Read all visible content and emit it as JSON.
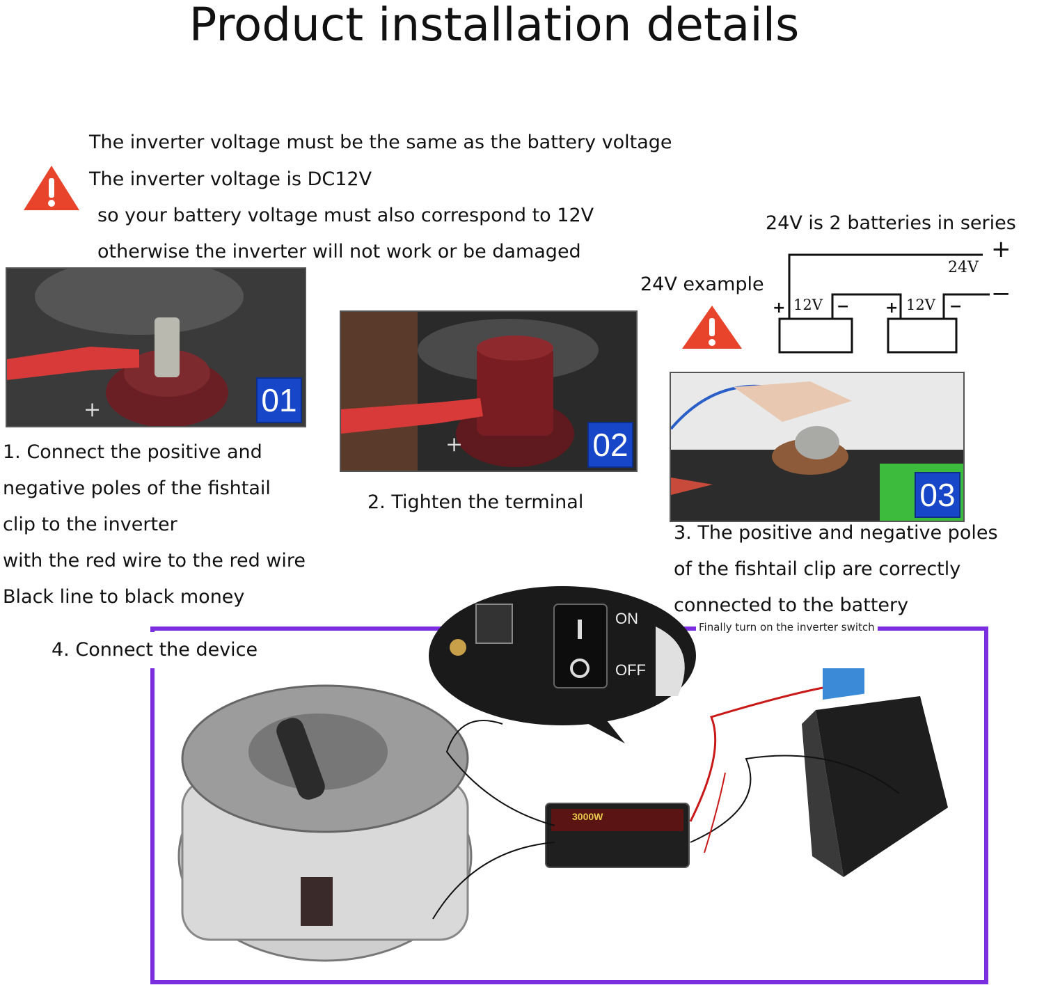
{
  "page": {
    "title": "Product installation details"
  },
  "warning": {
    "lines": [
      "The inverter voltage must be the same as the battery voltage",
      "The inverter voltage is DC12V",
      "so your battery voltage must also correspond to 12V",
      "otherwise the inverter will not work or be damaged"
    ],
    "icon": "warning-triangle-icon",
    "color": "#e8432b"
  },
  "series_diagram": {
    "caption": "24V is 2 batteries in series",
    "example_label": "24V example",
    "total_voltage": "24V",
    "battery_voltage": "12V",
    "plus": "+",
    "minus": "−"
  },
  "steps": [
    {
      "badge": "01",
      "caption_lines": [
        "1. Connect the positive and",
        "negative poles of the fishtail",
        "clip to the inverter",
        "with the red wire to the red wire",
        "Black line to black money"
      ]
    },
    {
      "badge": "02",
      "caption_lines": [
        "2. Tighten the terminal"
      ]
    },
    {
      "badge": "03",
      "caption_lines": [
        "3. The positive and negative poles",
        "of the fishtail clip are correctly",
        "connected to the battery"
      ]
    },
    {
      "caption_lines": [
        "4. Connect the device"
      ]
    }
  ],
  "switch_callout": {
    "on_label": "ON",
    "off_label": "OFF",
    "final_note": "Finally turn on the inverter switch"
  },
  "inverter": {
    "label": "3000W"
  },
  "colors": {
    "badge": "#1746c8",
    "frame": "#7a2ee0",
    "wire_red": "#c81818"
  }
}
